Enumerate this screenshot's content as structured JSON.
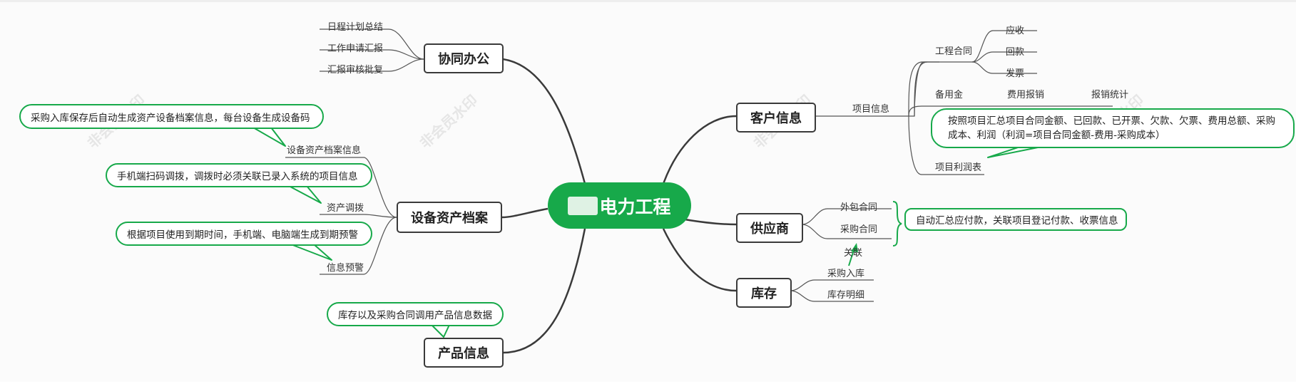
{
  "root": {
    "hidden_prefix": "",
    "title": "电力工程"
  },
  "watermark": "非会员水印",
  "branches": {
    "xietong": {
      "title": "协同办公",
      "leaves": [
        "日程计划总结",
        "工作申请汇报",
        "汇报审核批复"
      ]
    },
    "shebei": {
      "title": "设备资产档案",
      "leaves": [
        "设备资产档案信息",
        "资产调拨",
        "信息预警"
      ],
      "notes": [
        "采购入库保存后自动生成资产设备档案信息，每台设备生成设备码",
        "手机端扫码调拨，调拨时必须关联已录入系统的项目信息",
        "根据项目使用到期时间，手机端、电脑端生成到期预警"
      ]
    },
    "chanpin": {
      "title": "产品信息",
      "note": "库存以及采购合同调用产品信息数据"
    },
    "kehu": {
      "title": "客户信息",
      "child": "项目信息",
      "gongcheng": {
        "label": "工程合同",
        "items": [
          "应收",
          "回款",
          "发票"
        ]
      },
      "beiyongjin": {
        "label": "备用金",
        "items": [
          "费用报销",
          "报销统计"
        ]
      },
      "lirun": {
        "label": "项目利润表",
        "note": "按照项目汇总项目合同金额、已回款、已开票、欠款、欠票、费用总额、采购成本、利润（利润=项目合同金额-费用-采购成本）"
      }
    },
    "gongying": {
      "title": "供应商",
      "leaves": [
        "外包合同",
        "采购合同"
      ],
      "note": "自动汇总应付款，关联项目登记付款、收票信息",
      "relation": "关联"
    },
    "kucun": {
      "title": "库存",
      "leaves": [
        "采购入库",
        "库存明细"
      ]
    }
  },
  "colors": {
    "accent": "#17a94a",
    "line": "#3a3a3a",
    "thin_line": "#555555"
  }
}
